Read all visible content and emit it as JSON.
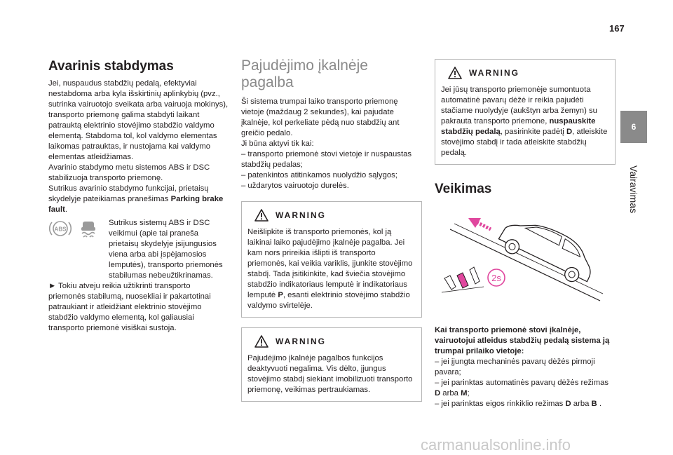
{
  "page": {
    "number": "167",
    "chapter_number": "6",
    "chapter_title": "Vairavimas"
  },
  "col1": {
    "title": "Avarinis stabdymas",
    "p1": "Jei, nuspaudus stabdžių pedalą, efektyviai nestabdoma arba kyla išskirtinių aplinkybių (pvz., sutrinka vairuotojo sveikata arba vairuoja mokinys), transporto priemonę galima stabdyti laikant patrauktą elektrinio stovėjimo stabdžio valdymo elementą. Stabdoma tol, kol valdymo elementas laikomas patrauktas, ir nustojama kai valdymo elementas atleidžiamas.",
    "p2": "Avarinio stabdymo metu sistemos ABS ir DSC stabilizuoja transporto priemonę.",
    "p3_a": "Sutrikus avarinio stabdymo funkcijai, prietaisų skydelyje pateikiamas pranešimas ",
    "p3_b": "Parking brake fault",
    "p3_c": ".",
    "p4": "Sutrikus sistemų ABS ir DSC veikimui (apie tai praneša prietaisų skydelyje įsijungusios viena arba abi įspėjamosios lemputės), transporto priemonės stabilumas nebeužtikrinamas.",
    "p5": "► Tokiu atveju reikia užtikrinti transporto priemonės stabilumą, nuosekliai ir pakartotinai patraukiant ir atleidžiant elektrinio stovėjimo stabdžio valdymo elementą, kol galiausiai transporto priemonė visiškai sustoja.",
    "icons": {
      "abs": "abs-warning-icon",
      "dsc": "dsc-warning-icon"
    }
  },
  "col2": {
    "title_line1": "Pajudėjimo įkalnėje",
    "title_line2": "pagalba",
    "p1": "Ši sistema trumpai laiko transporto priemonę vietoje (maždaug 2 sekundes), kai pajudate įkalnėje, kol perkeliate pėdą nuo stabdžių ant greičio pedalo.",
    "p2": "Ji būna aktyvi tik kai:",
    "li1": "– transporto priemonė stovi vietoje ir nuspaustas stabdžių pedalas;",
    "li2": "– patenkintos atitinkamos nuolydžio sąlygos;",
    "li3": "– uždarytos vairuotojo durelės.",
    "warn1": {
      "title": "WARNING",
      "text_a": "Neišlipkite iš transporto priemonės, kol ją laikinai laiko pajudėjimo įkalnėje pagalba. Jei kam nors prireikia išlipti iš transporto priemonės, kai veikia variklis, įjunkite stovėjimo stabdį. Tada įsitikinkite, kad šviečia stovėjimo stabdžio indikatoriaus lemputė ir indikatoriaus lemputė ",
      "text_b": "P",
      "text_c": ", esanti elektrinio stovėjimo stabdžio valdymo svirtelėje."
    },
    "warn2": {
      "title": "WARNING",
      "text": "Pajudėjimo įkalnėje pagalbos funkcijos deaktyvuoti negalima. Vis dėlto, įjungus stovėjimo stabdį siekiant imobilizuoti transporto priemonę, veikimas pertraukiamas."
    }
  },
  "col3": {
    "warn": {
      "title": "WARNING",
      "text_a": "Jei jūsų transporto priemonėje sumontuota automatinė pavarų dėžė ir reikia pajudėti stačiame nuolydyje (aukštyn arba žemyn) su pakrauta transporto priemone, ",
      "text_b": "nuspauskite stabdžių pedalą",
      "text_c": ", pasirinkite padėtį ",
      "text_d": "D",
      "text_e": ", atleiskite stovėjimo stabdį ir tada atleiskite stabdžių pedalą."
    },
    "title": "Veikimas",
    "illus_label": "2s",
    "lead": "Kai transporto priemonė stovi įkalnėje, vairuotojui atleidus stabdžių pedalą sistema ją trumpai prilaiko vietoje:",
    "li1": "– jei įjungta mechaninės pavarų dėžės pirmoji pavara;",
    "li2_a": "– jei parinktas automatinės pavarų dėžės režimas ",
    "li2_b": "D",
    "li2_c": " arba ",
    "li2_d": "M",
    "li2_e": ";",
    "li3_a": "– jei parinktas eigos rinkiklio režimas ",
    "li3_b": "D",
    "li3_c": " arba  ",
    "li3_d": "B",
    "li3_e": " ."
  },
  "watermark": "carmanualsonline.info",
  "colors": {
    "tab": "#8a8a8a",
    "grey_heading": "#8a8a8a",
    "border": "#b5b5b5",
    "arrow": "#e0479e"
  }
}
